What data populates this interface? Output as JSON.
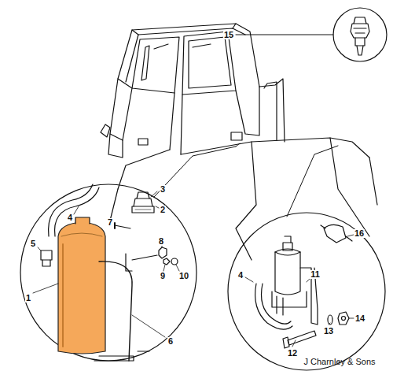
{
  "diagram": {
    "labels": [
      "15",
      "3",
      "2",
      "4",
      "7",
      "5",
      "8",
      "9",
      "10",
      "1",
      "6",
      "16",
      "4",
      "11",
      "13",
      "14",
      "12",
      "J Charnley & Sons"
    ]
  }
}
